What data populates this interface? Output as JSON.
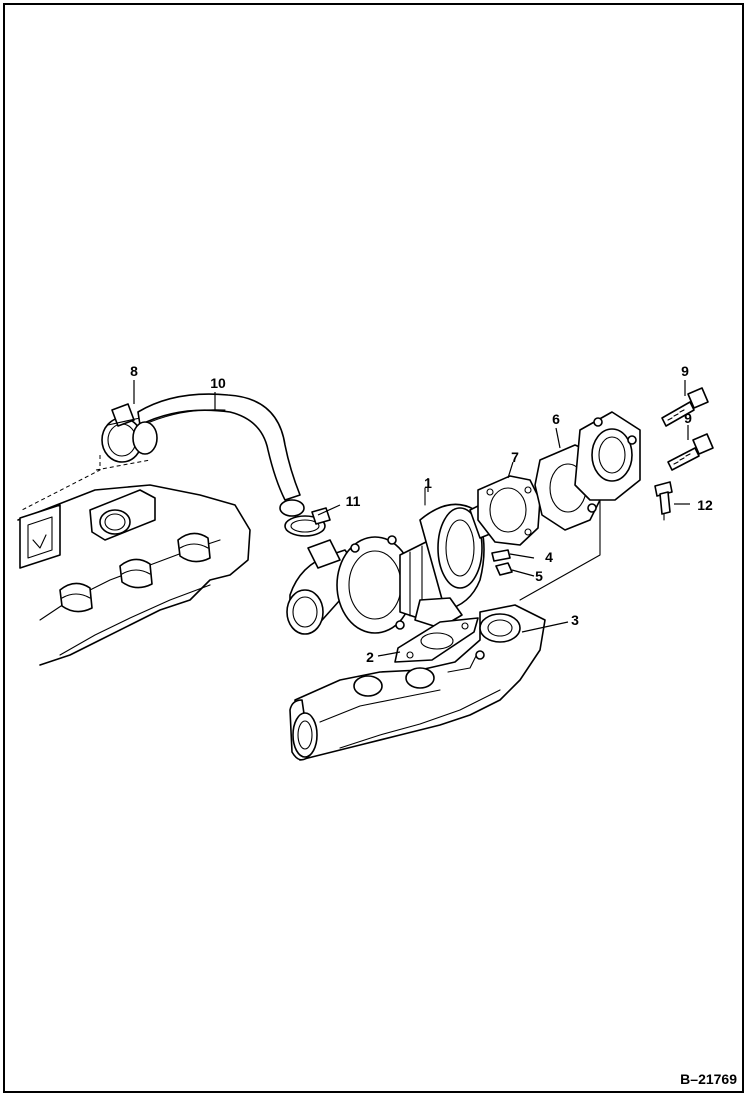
{
  "figure_number": "B–21769",
  "callouts": [
    {
      "id": "c1",
      "text": "1"
    },
    {
      "id": "c2",
      "text": "2"
    },
    {
      "id": "c3",
      "text": "3"
    },
    {
      "id": "c4",
      "text": "4"
    },
    {
      "id": "c5",
      "text": "5"
    },
    {
      "id": "c6",
      "text": "6"
    },
    {
      "id": "c7",
      "text": "7"
    },
    {
      "id": "c8",
      "text": "8"
    },
    {
      "id": "c9a",
      "text": "9"
    },
    {
      "id": "c9b",
      "text": "9"
    },
    {
      "id": "c10",
      "text": "10"
    },
    {
      "id": "c11",
      "text": "11"
    },
    {
      "id": "c12",
      "text": "12"
    }
  ]
}
